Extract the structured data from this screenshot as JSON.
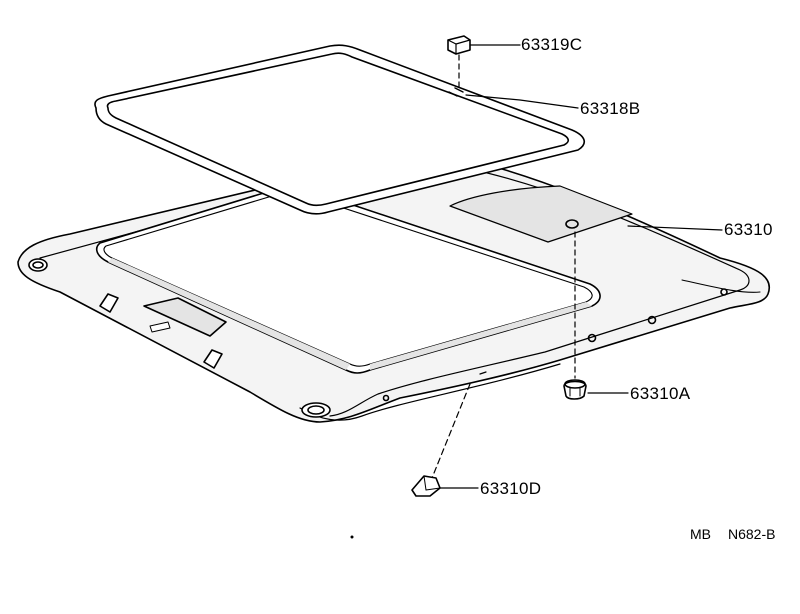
{
  "callouts": {
    "p63319c": "63319C",
    "p63318b": "63318B",
    "p63310": "63310",
    "p63310a": "63310A",
    "p63310d": "63310D"
  },
  "footer": {
    "code_left": "MB",
    "code_right": "N682-B"
  },
  "colors": {
    "ink": "#000000",
    "paper": "#ffffff",
    "panel_fill": "#f4f4f4",
    "shade": "#e4e4e4"
  }
}
